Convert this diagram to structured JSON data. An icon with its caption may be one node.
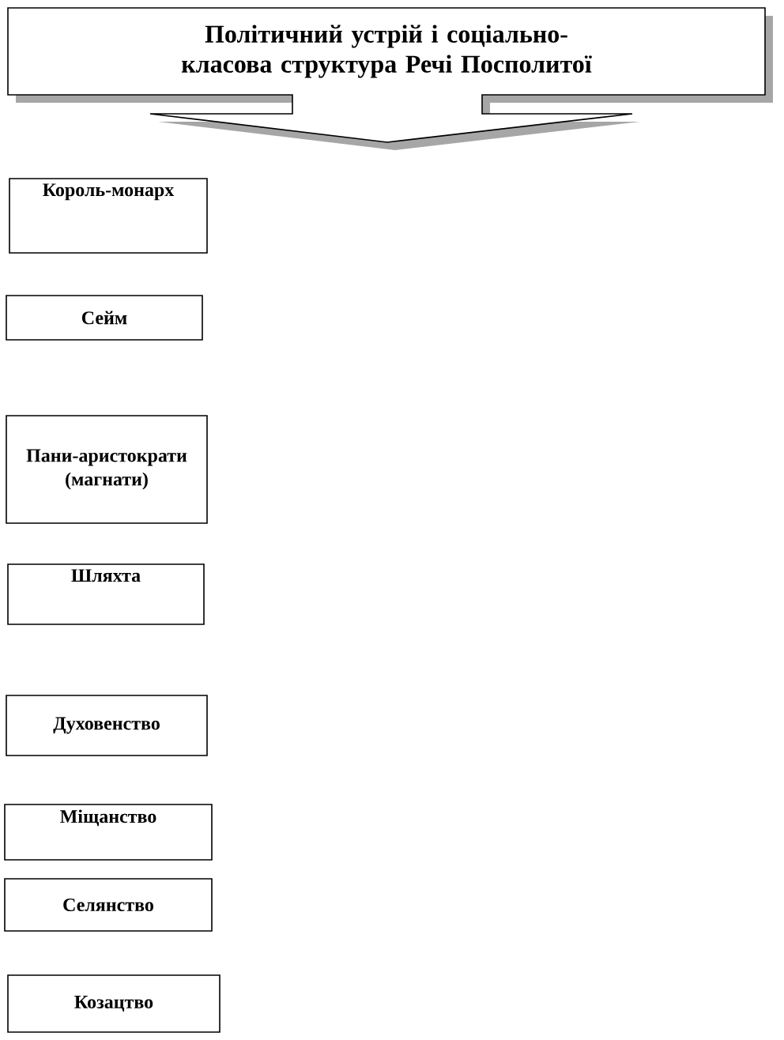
{
  "diagram": {
    "nodes": [
      {
        "text": [
          "Політичний устрій і соціально-класова структура Речі Посполитої"
        ]
      },
      {
        "text": [
          "Король-монарх"
        ]
      },
      {
        "text": [
          "Сейм"
        ]
      },
      {
        "text": [
          "Пани-аристократи (магнати)"
        ]
      },
      {
        "text": [
          "Шляхта"
        ]
      },
      {
        "text": [
          "Духовенство"
        ]
      },
      {
        "text": [
          "Міщанство"
        ]
      },
      {
        "text": [
          "Селянство"
        ]
      },
      {
        "text": [
          "Козацтво"
        ]
      }
    ]
  }
}
